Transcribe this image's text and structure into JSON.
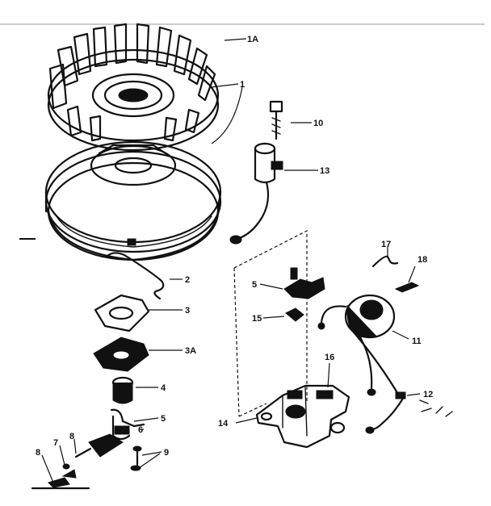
{
  "callouts": {
    "c_1a": "1A",
    "c_1": "1",
    "c_10": "10",
    "c_13": "13",
    "c_2": "2",
    "c_3": "3",
    "c_3a": "3A",
    "c_4": "4",
    "c_5a": "5",
    "c_5b": "5",
    "c_6": "6",
    "c_7": "7",
    "c_8": "8",
    "c_9": "9",
    "c_11": "11",
    "c_12": "12",
    "c_14": "14",
    "c_15": "15",
    "c_16": "16",
    "c_17": "17",
    "c_18": "18"
  },
  "colors": {
    "ink": "#111111",
    "paper": "#ffffff"
  }
}
